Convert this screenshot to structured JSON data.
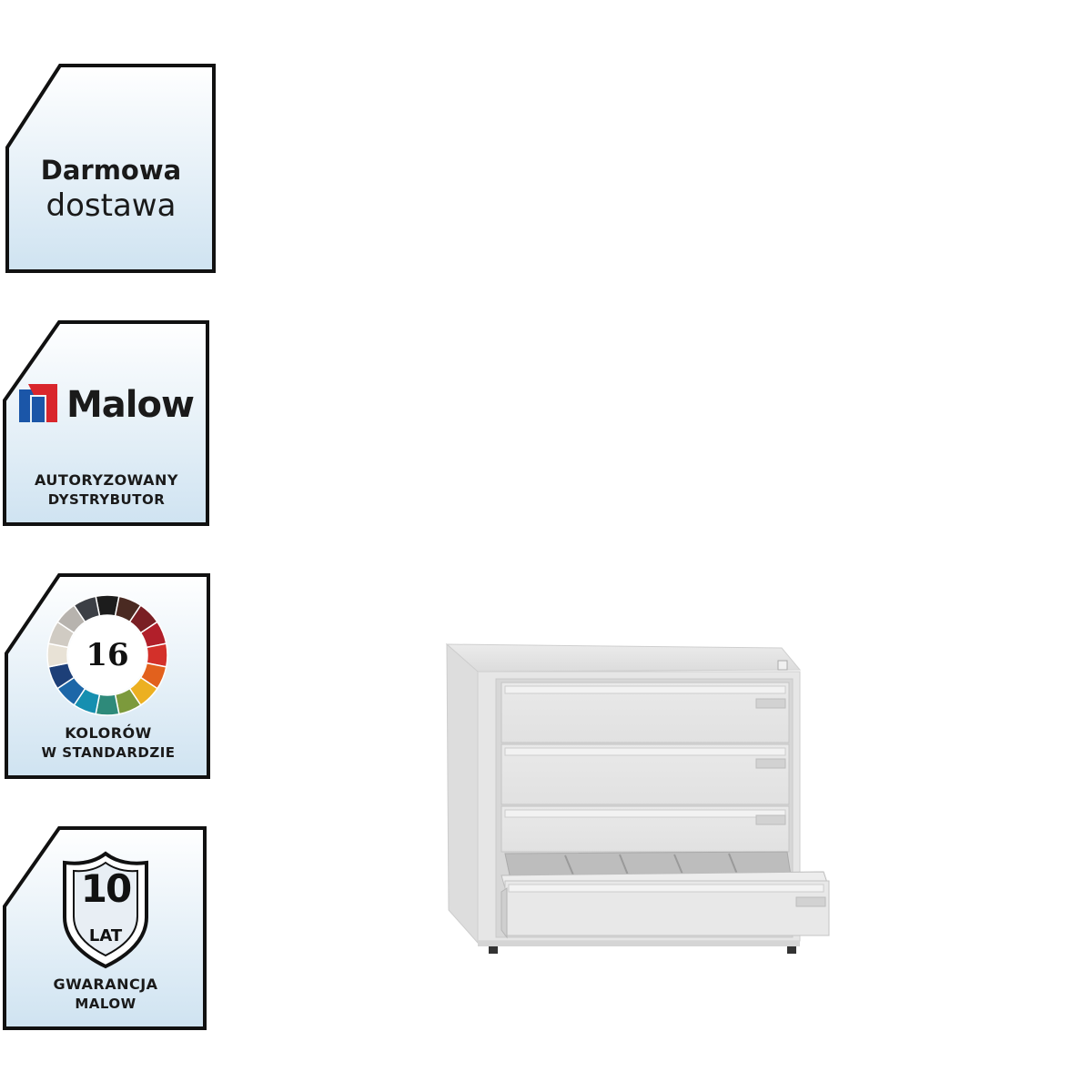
{
  "badges": {
    "delivery": {
      "line1": "Darmowa",
      "line2": "dostawa"
    },
    "distributor": {
      "brand": "Malow",
      "line1": "AUTORYZOWANY",
      "line2": "DYSTRYBUTOR"
    },
    "colors": {
      "number": "16",
      "line1": "KOLORÓW",
      "line2": "W STANDARDZIE"
    },
    "warranty": {
      "years": "10",
      "unit": "LAT",
      "line1": "GWARANCJA",
      "line2": "MALOW"
    }
  },
  "colors": {
    "badge_border": "#111111",
    "badge_gradient_top": "#ffffff",
    "badge_gradient_bottom": "#cfe3f1",
    "logo_blue": "#1b56a8",
    "logo_red": "#d9262c",
    "cabinet": "#e4e4e4"
  },
  "palette": [
    "#1c1c1c",
    "#4a2a22",
    "#7a1f24",
    "#b11f2a",
    "#d3302a",
    "#e2611d",
    "#ecb021",
    "#7c9a3c",
    "#2e8a7a",
    "#168fb0",
    "#1d67a8",
    "#1d3f78",
    "#e8e2d6",
    "#d0cbc3",
    "#b7b3ae",
    "#3c3f45"
  ],
  "icons": {
    "truck": "truck-icon",
    "logo": "malow-logo-icon",
    "color-wheel": "color-wheel-icon",
    "shield": "shield-icon"
  }
}
